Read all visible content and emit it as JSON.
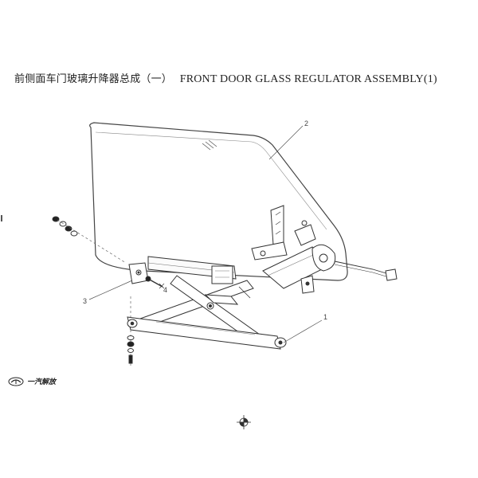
{
  "title": {
    "chinese": "前侧面车门玻璃升降器总成（一）",
    "english": "FRONT DOOR GLASS REGULATOR ASSEMBLY(1)"
  },
  "callouts": [
    {
      "id": "1",
      "label": "1"
    },
    {
      "id": "2",
      "label": "2"
    },
    {
      "id": "3",
      "label": "3"
    },
    {
      "id": "4",
      "label": "4"
    }
  ],
  "brand": {
    "logo": "faw-logo",
    "text": "一汽解放"
  },
  "icons": {
    "registration": "registration-mark-icon"
  }
}
